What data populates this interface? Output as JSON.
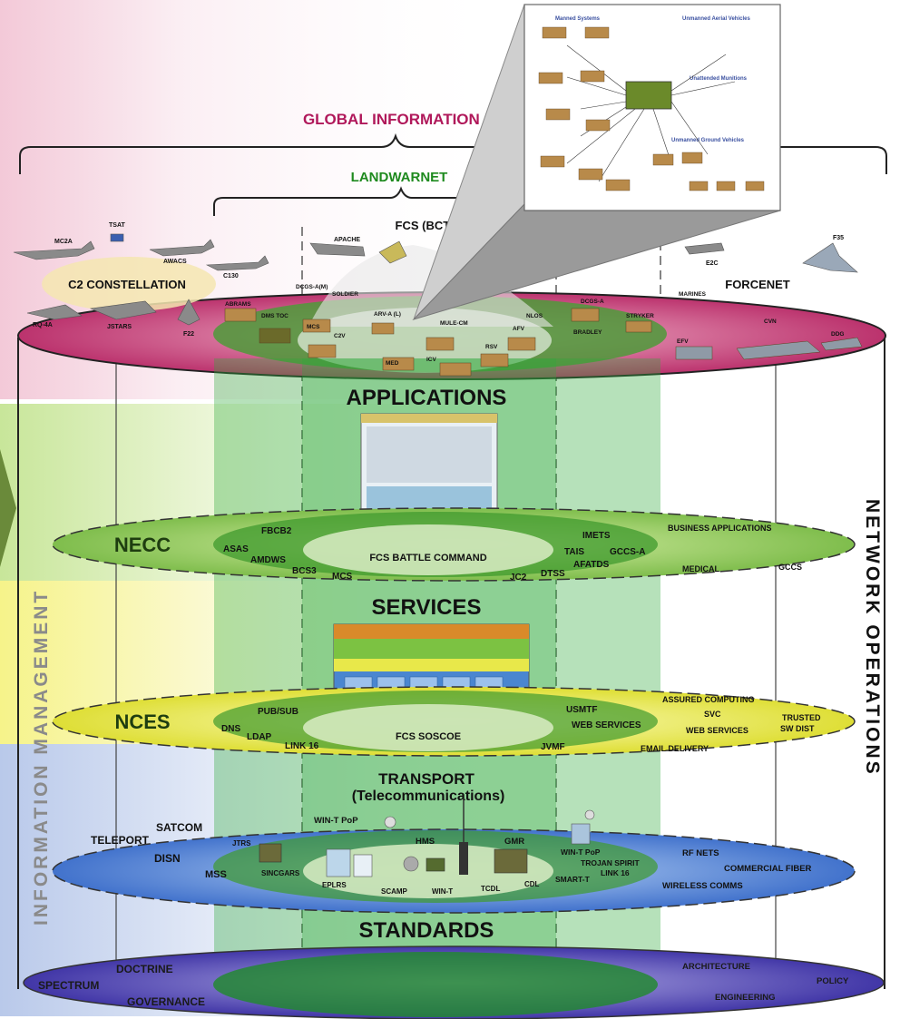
{
  "top": {
    "gig": "GLOBAL INFORMATION GRID",
    "landwarnet": "LANDWARNET",
    "fcs_bct": "FCS (BCT)",
    "c2_constellation": "C2 CONSTELLATION",
    "forcenet": "FORCENET",
    "air_assets": [
      "MC2A",
      "TSAT",
      "AWACS",
      "C130",
      "RQ-4A",
      "JSTARS",
      "F22",
      "APACHE",
      "E2C",
      "F35"
    ],
    "ground_assets": [
      "ABRAMS",
      "DMS TOC",
      "DCGS-A(M)",
      "SOLDIER",
      "MCS",
      "C2V",
      "ARV-A (L)",
      "MULE-CM",
      "NLOS",
      "AFV",
      "BRADLEY",
      "STRYKER",
      "DCGS-A",
      "RSV",
      "ICV",
      "MED",
      "MARINES",
      "EFV",
      "CVN",
      "DDG"
    ]
  },
  "inset": {
    "manned": "Manned Systems",
    "uav": "Unmanned Aerial Vehicles",
    "ugs": "Unattended Munitions",
    "ugv": "Unmanned Ground Vehicles"
  },
  "side": {
    "left": "INFORMATION MANAGEMENT",
    "right": "NETWORK OPERATIONS"
  },
  "layers": {
    "applications": {
      "title": "APPLICATIONS",
      "name": "NECC",
      "center": "FCS BATTLE COMMAND",
      "left_items": [
        "FBCB2",
        "ASAS",
        "AMDWS",
        "BCS3",
        "MCS"
      ],
      "right_items": [
        "IMETS",
        "TAIS",
        "GCCS-A",
        "AFATDS",
        "JC2",
        "DTSS"
      ],
      "outer_items": [
        "BUSINESS APPLICATIONS",
        "MEDICAL",
        "GCCS"
      ]
    },
    "services": {
      "title": "SERVICES",
      "name": "NCES",
      "center": "FCS SOSCOE",
      "left_items": [
        "PUB/SUB",
        "DNS",
        "LDAP",
        "LINK 16"
      ],
      "right_items": [
        "USMTF",
        "WEB SERVICES",
        "JVMF"
      ],
      "outer_items": [
        "ASSURED COMPUTING",
        "SVC",
        "WEB SERVICES",
        "TRUSTED",
        "SW DIST",
        "EMAIL DELIVERY"
      ]
    },
    "transport": {
      "title": "TRANSPORT",
      "subtitle": "(Telecommunications)",
      "left_outer": [
        "TELEPORT",
        "SATCOM",
        "DISN",
        "MSS"
      ],
      "inner": [
        "WIN-T PoP",
        "HMS",
        "GMR",
        "JTRS",
        "SINCGARS",
        "EPLRS",
        "SCAMP",
        "WIN-T",
        "TCDL",
        "CDL",
        "WIN-T PoP",
        "TROJAN SPIRIT",
        "LINK 16",
        "SMART-T"
      ],
      "right_outer": [
        "RF NETS",
        "COMMERCIAL FIBER",
        "WIRELESS COMMS"
      ]
    },
    "standards": {
      "title": "STANDARDS",
      "left_items": [
        "DOCTRINE",
        "SPECTRUM",
        "GOVERNANCE"
      ],
      "right_items": [
        "ARCHITECTURE",
        "POLICY",
        "ENGINEERING"
      ]
    }
  },
  "colors": {
    "gig_text": "#b0185a",
    "landwarnet_text": "#1e8a1e",
    "top_disk": "#c2185b",
    "necc_disk": "#7cc242",
    "nces_disk": "#e8e82a",
    "transport_disk": "#3f7fd8",
    "standards_disk": "#3a2ca8",
    "column_green": "#2faa3a"
  }
}
